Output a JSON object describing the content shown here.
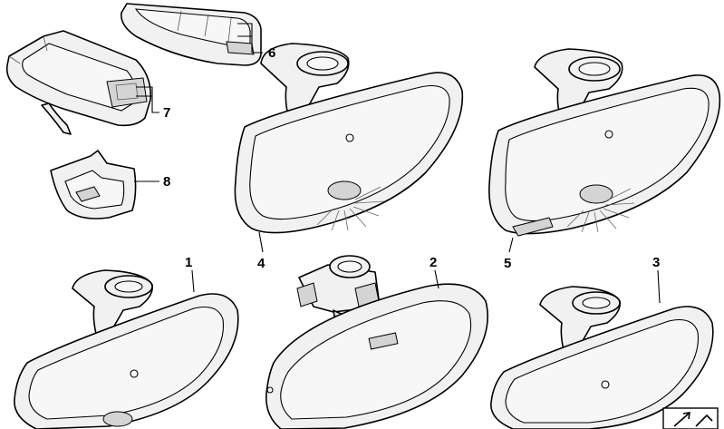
{
  "diagram": {
    "callouts": {
      "c1": "1",
      "c2": "2",
      "c3": "3",
      "c4": "4",
      "c5": "5",
      "c6": "6",
      "c7": "7",
      "c8": "8"
    },
    "corner_icon": "directional-arrow-icon"
  }
}
